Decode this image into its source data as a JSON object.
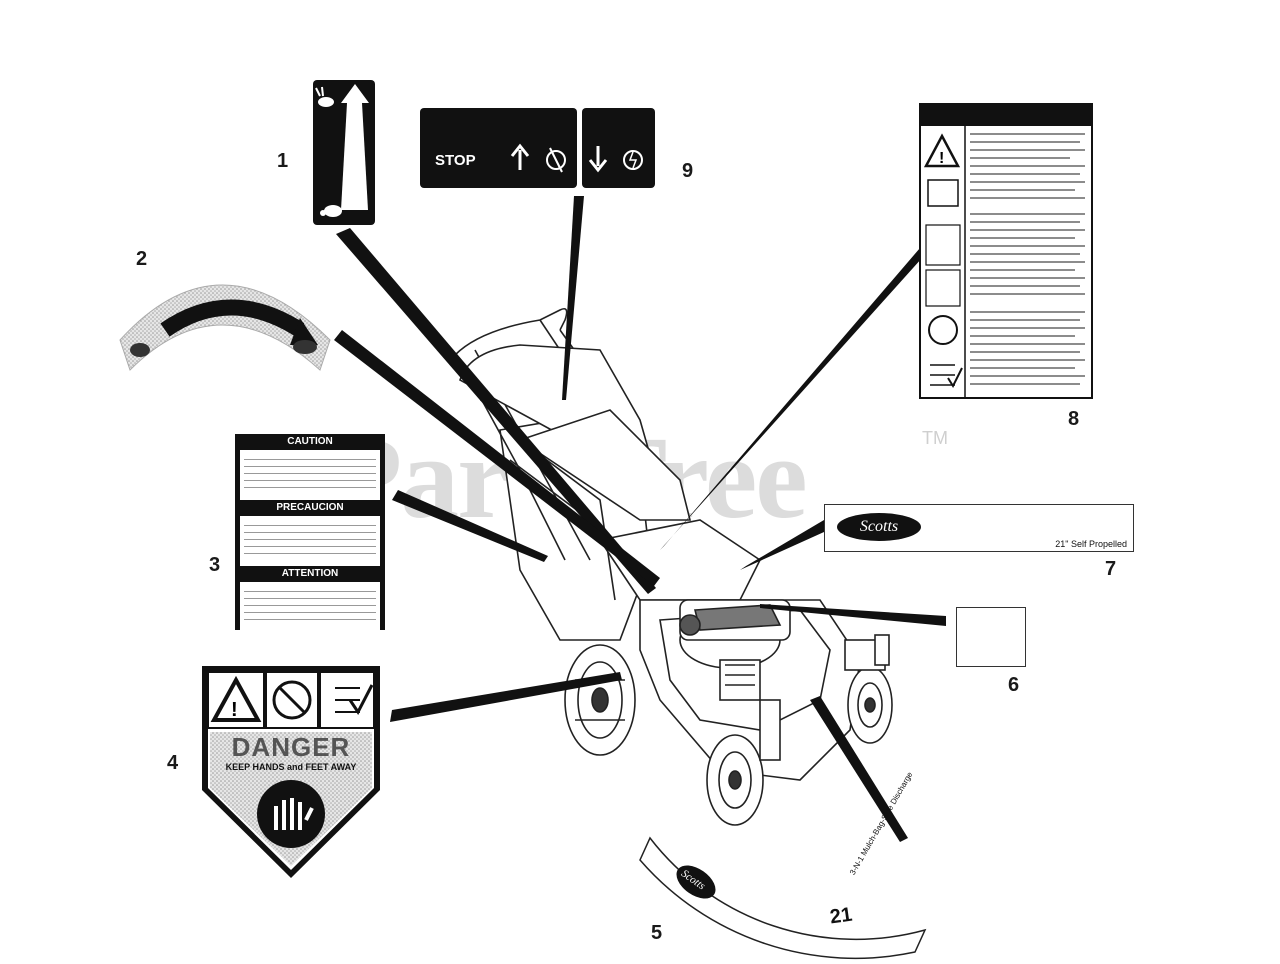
{
  "watermark": {
    "text": "PartsTree",
    "tm": "TM"
  },
  "callouts": [
    "1",
    "2",
    "3",
    "4",
    "5",
    "6",
    "7",
    "8",
    "9"
  ],
  "decal_9": {
    "stop": "STOP"
  },
  "decal_3": {
    "caution": "CAUTION",
    "precaucion": "PRECAUCION",
    "attention": "ATTENTION"
  },
  "decal_4": {
    "danger": "DANGER",
    "keep": "KEEP HANDS and FEET AWAY"
  },
  "decal_7": {
    "brand": "Scotts",
    "model": "21\" Self Propelled"
  },
  "decal_5": {
    "brand": "Scotts",
    "size": "21",
    "tagline": "3-N-1 Mulch-Bag-Side Discharge"
  },
  "colors": {
    "ink": "#111111",
    "watermark": "#dcdcdc",
    "stipple": "#bdbdbd"
  }
}
